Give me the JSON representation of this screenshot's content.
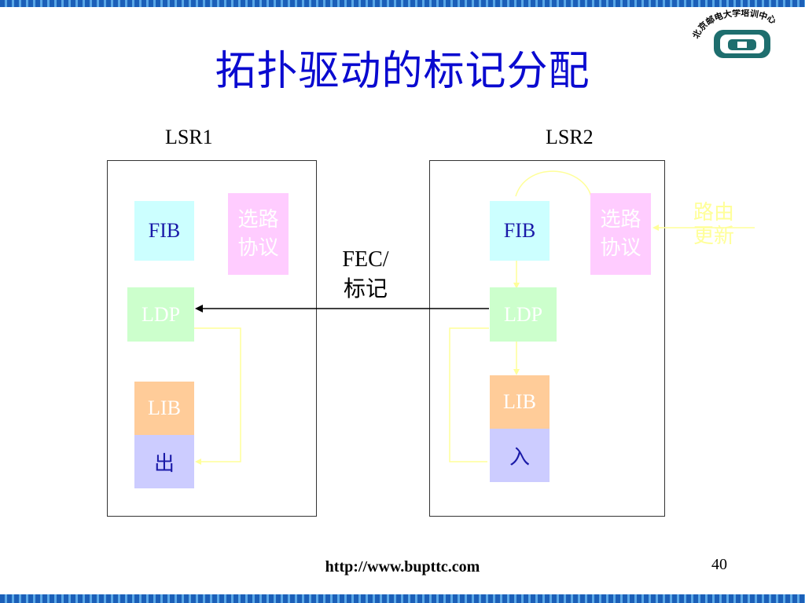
{
  "title": "拓扑驱动的标记分配",
  "logo": {
    "text": "北京邮电大学培训中心"
  },
  "lsr1": {
    "label": "LSR1",
    "fib": "FIB",
    "protocol": [
      "选路",
      "协议"
    ],
    "ldp": "LDP",
    "lib": "LIB",
    "io": "出"
  },
  "lsr2": {
    "label": "LSR2",
    "fib": "FIB",
    "protocol": [
      "选路",
      "协议"
    ],
    "ldp": "LDP",
    "lib": "LIB",
    "io": "入"
  },
  "message": [
    "FEC/",
    "标记"
  ],
  "route_update": [
    "路由",
    "更新"
  ],
  "footer": {
    "url": "http://www.bupttc.com",
    "page": "40"
  },
  "colors": {
    "title": "#0a0ad0",
    "fib": "#ccffff",
    "protocol": "#ffccff",
    "ldp": "#ccffcc",
    "lib": "#ffcc99",
    "io": "#ccccff",
    "connector": "#ffff99"
  }
}
